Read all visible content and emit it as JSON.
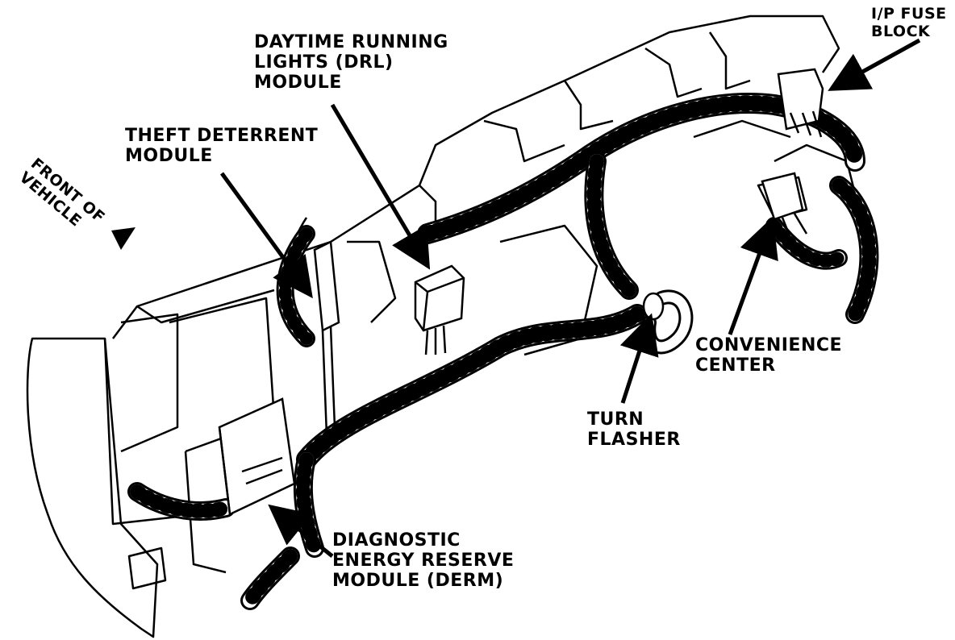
{
  "colors": {
    "ink": "#000000",
    "paper": "#ffffff"
  },
  "labels": {
    "front_of_vehicle": [
      "FRONT OF",
      "VEHICLE"
    ],
    "theft_deterrent": [
      "THEFT DETERRENT",
      "MODULE"
    ],
    "drl_module": [
      "DAYTIME RUNNING",
      "LIGHTS (DRL)",
      "MODULE"
    ],
    "ip_fuse_block": [
      "I/P FUSE",
      "BLOCK"
    ],
    "convenience_center": [
      "CONVENIENCE",
      "CENTER"
    ],
    "turn_flasher": [
      "TURN",
      "FLASHER"
    ],
    "derm": [
      "DIAGNOSTIC",
      "ENERGY RESERVE",
      "MODULE (DERM)"
    ]
  }
}
